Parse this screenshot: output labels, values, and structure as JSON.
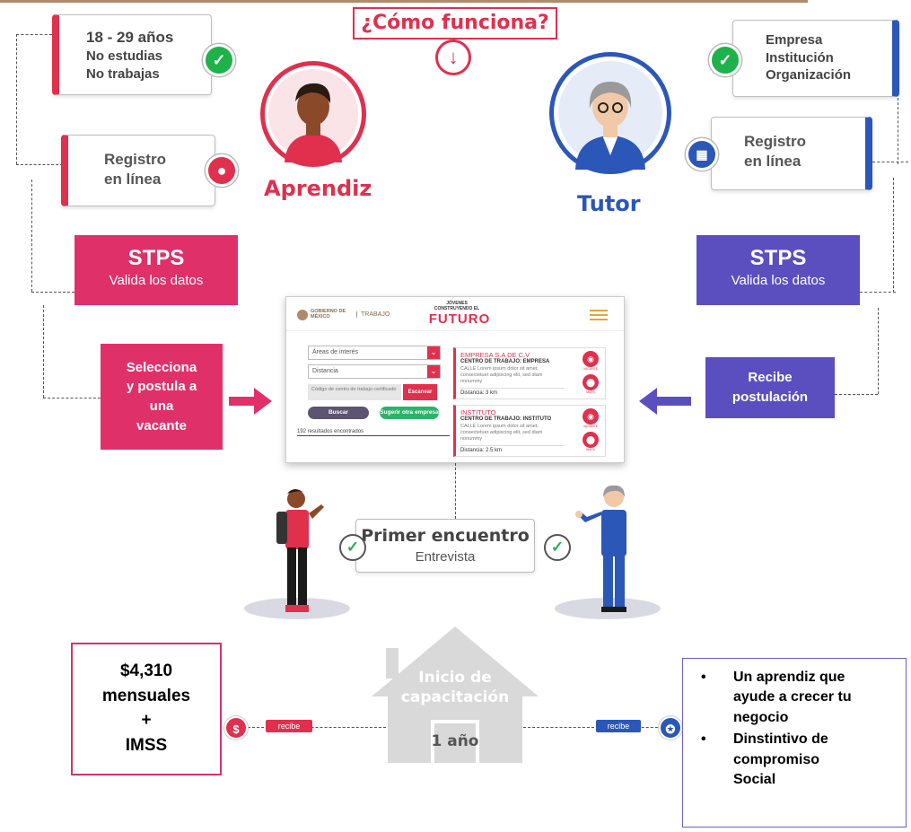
{
  "title": "¿Cómo funciona?",
  "aprendiz": {
    "label": "Aprendiz",
    "requirements": [
      "18 - 29 años",
      "No estudias",
      "No trabajas"
    ],
    "registro": [
      "Registro",
      "en línea"
    ]
  },
  "tutor": {
    "label": "Tutor",
    "requirements": [
      "Empresa",
      "Institución",
      "Organización"
    ],
    "registro": [
      "Registro",
      "en línea"
    ]
  },
  "stps": {
    "title": "STPS",
    "subtitle": "Valida los datos"
  },
  "selecciona": [
    "Selecciona",
    "y postula a",
    "una",
    "vacante"
  ],
  "recibe_postulacion": [
    "Recibe",
    "postulación"
  ],
  "mock_app": {
    "gov_label": "GOBIERNO DE MÉXICO",
    "trabajo_label": "TRABAJO",
    "logo_top": "JÓVENES",
    "logo_mid": "CONSTRUYENDO EL",
    "logo_main": "FUTURO",
    "areas_select": "Áreas de interés",
    "distancia_select": "Distancia",
    "codigo_input": "Código de centro de trabajo certificado",
    "escanear_button": "Escanear",
    "buscar_button": "Buscar",
    "sugerir_button": "Sugerir otra empresa",
    "results_count": "192 resultados encontrados",
    "results": [
      {
        "name": "EMPRESA S.A DE C.V",
        "center": "CENTRO DE TRABAJO: EMPRESA",
        "address": "CALLE Lorem ipsum dolor sit amet, consectetuer adipiscing elit, sed diam nonummy",
        "distance": "Distancia: 3 km"
      },
      {
        "name": "INSTITUTO",
        "center": "CENTRO DE TRABAJO: INSTITUTO",
        "address": "CALLE Lorem ipsum dolor sit amet, consectetuer adipiscing elit, sed diam nonummy",
        "distance": "Distancia: 2.5 km"
      }
    ],
    "vacante_label": "VACANTE",
    "mapa_label": "MAPA"
  },
  "encounter": {
    "title": "Primer encuentro",
    "subtitle": "Entrevista"
  },
  "house": {
    "line1": "Inicio de",
    "line2": "capacitación",
    "duration": "1 año"
  },
  "aprendiz_benefit": [
    "$4,310",
    "mensuales",
    "+",
    "IMSS"
  ],
  "tutor_benefits": [
    [
      "Un aprendiz que",
      "ayude a crecer tu",
      "negocio"
    ],
    [
      "Dinstintivo de",
      "compromiso",
      "Social"
    ]
  ],
  "recibe_label": "recibe",
  "colors": {
    "pink": "#e0306a",
    "red": "#e0304e",
    "purple": "#5b4fc0",
    "blue": "#2b57b8",
    "green": "#20b24a"
  }
}
